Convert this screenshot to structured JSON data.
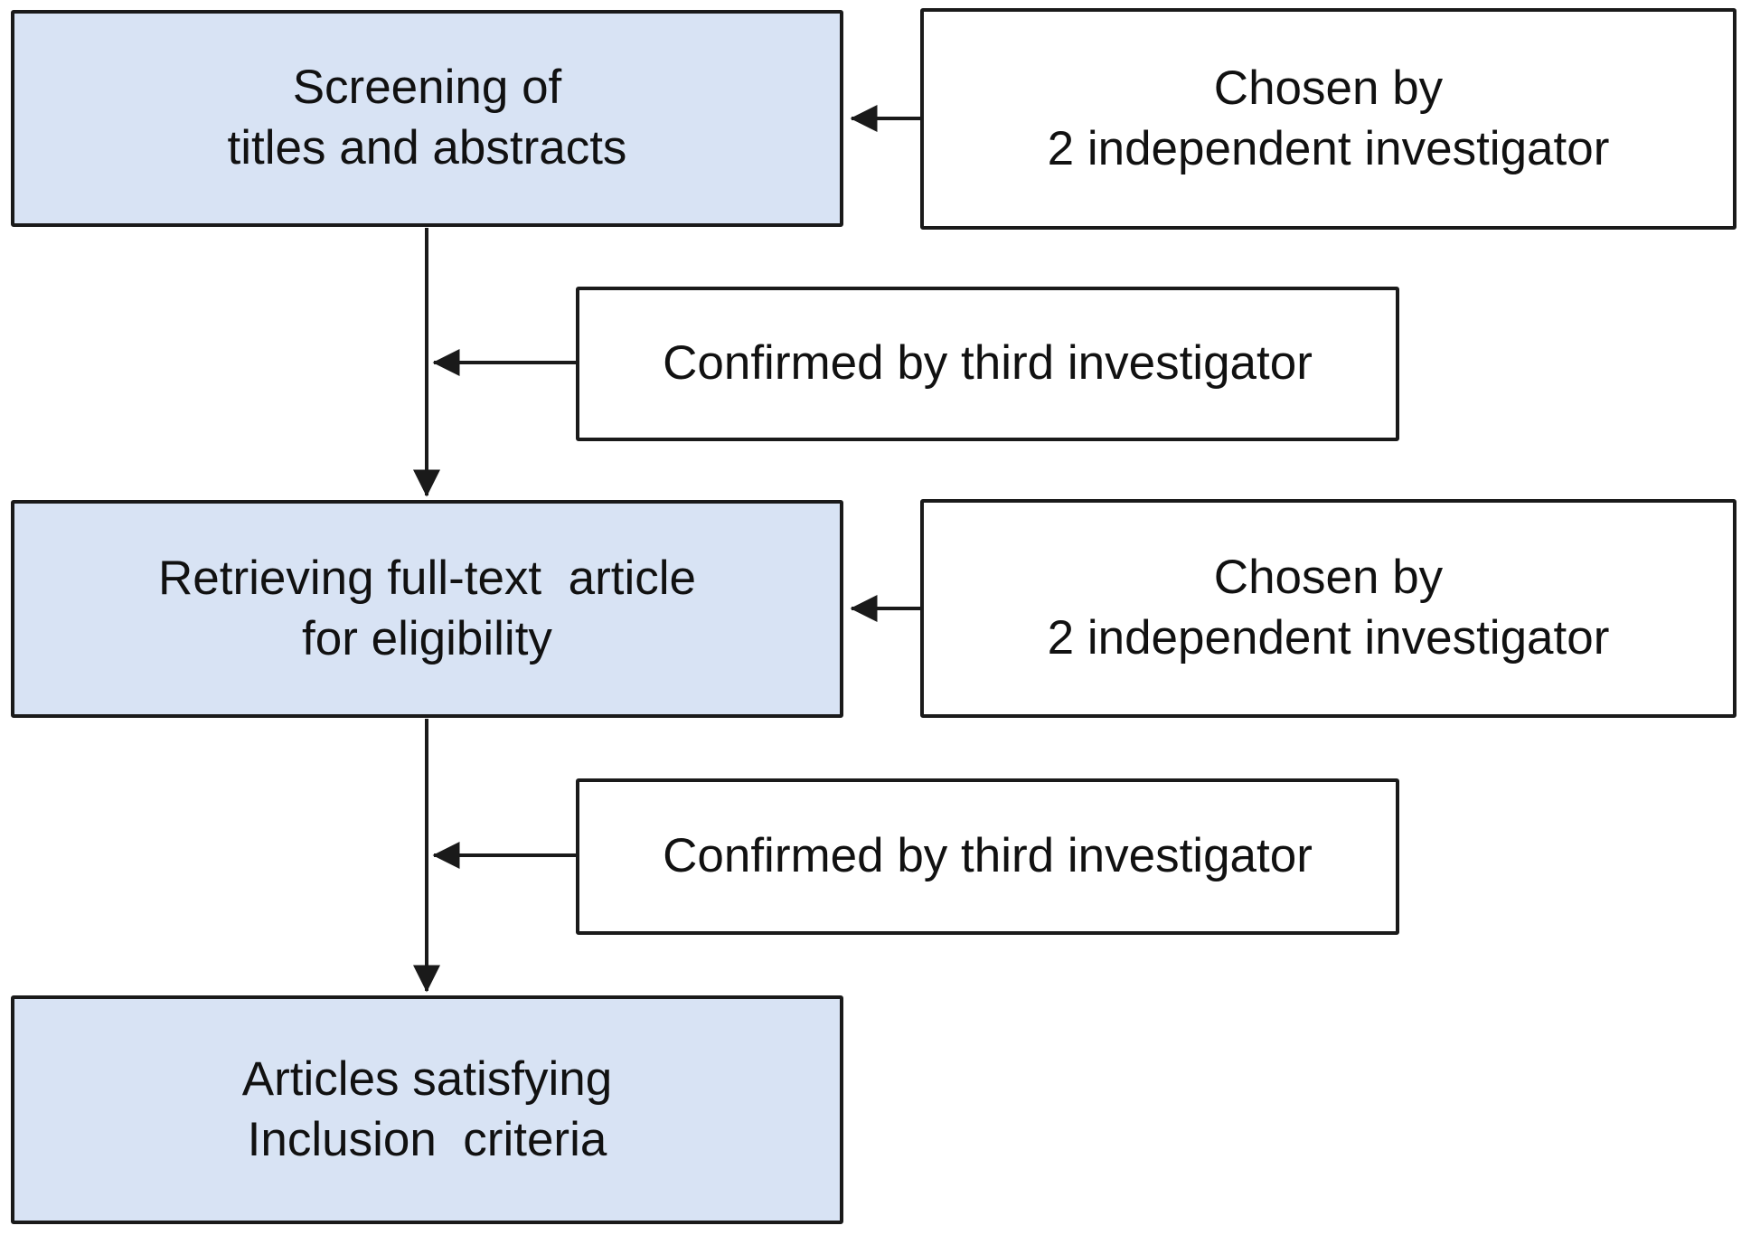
{
  "diagram": {
    "type": "flowchart",
    "background_color": "#ffffff",
    "process_fill_color": "#d8e3f4",
    "annotation_fill_color": "#ffffff",
    "border_color": "#1a1a1a",
    "text_color": "#111111",
    "nodes": {
      "screening": {
        "label": "Screening of\ntitles and abstracts",
        "style": "blue-process"
      },
      "chosen1": {
        "label": "Chosen by\n2 independent investigator",
        "style": "white-annotation"
      },
      "confirmed1": {
        "label": "Confirmed by third investigator",
        "style": "white-annotation"
      },
      "retrieving": {
        "label": "Retrieving full-text  article\nfor eligibility",
        "style": "blue-process"
      },
      "chosen2": {
        "label": "Chosen by\n2 independent investigator",
        "style": "white-annotation"
      },
      "confirmed2": {
        "label": "Confirmed by third investigator",
        "style": "white-annotation"
      },
      "articles": {
        "label": "Articles satisfying\nInclusion  criteria",
        "style": "blue-process"
      }
    },
    "edges": [
      {
        "from": "chosen1",
        "to": "screening",
        "arrow": "left"
      },
      {
        "from": "screening",
        "to": "retrieving",
        "arrow": "down"
      },
      {
        "from": "confirmed1",
        "to": "screening-retrieving-flow",
        "arrow": "left"
      },
      {
        "from": "chosen2",
        "to": "retrieving",
        "arrow": "left"
      },
      {
        "from": "retrieving",
        "to": "articles",
        "arrow": "down"
      },
      {
        "from": "confirmed2",
        "to": "retrieving-articles-flow",
        "arrow": "left"
      }
    ]
  }
}
